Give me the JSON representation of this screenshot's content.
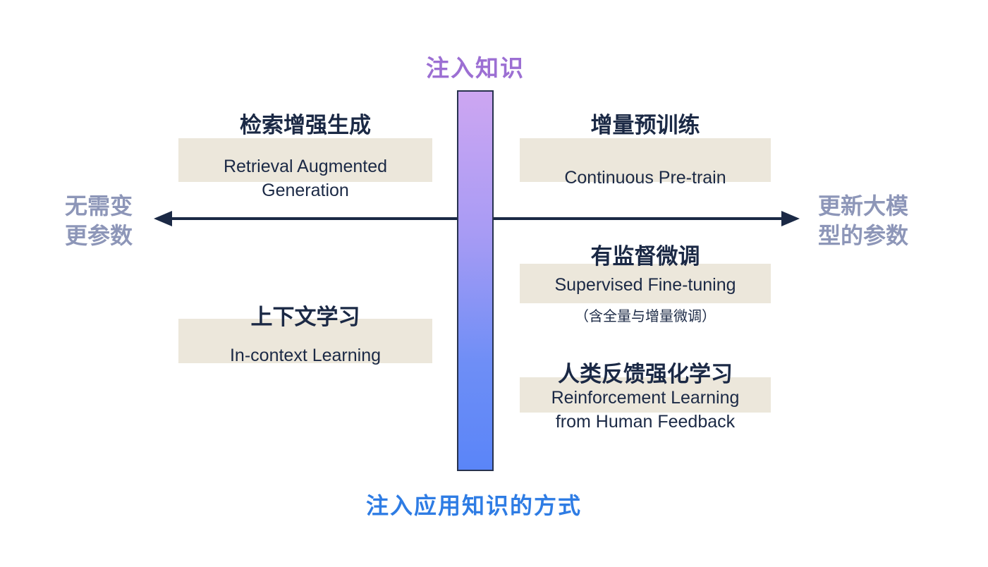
{
  "diagram": {
    "top_axis_title": "注入知识",
    "bottom_axis_title": "注入应用知识的方式",
    "left_axis_label": {
      "line1": "无需变",
      "line2": "更参数"
    },
    "right_axis_label": {
      "line1": "更新大模",
      "line2": "型的参数"
    }
  },
  "methods": {
    "rag": {
      "zh": "检索增强生成",
      "en_line1": "Retrieval Augmented",
      "en_line2": "Generation"
    },
    "continuous_pretrain": {
      "zh": "增量预训练",
      "en_line1": "Continuous Pre-train"
    },
    "sft": {
      "zh": "有监督微调",
      "en_line1": "Supervised Fine-tuning",
      "note": "（含全量与增量微调）"
    },
    "icl": {
      "zh": "上下文学习",
      "en_line1": "In-context Learning"
    },
    "rlhf": {
      "zh": "人类反馈强化学习",
      "en_line1": "Reinforcement Learning",
      "en_line2": "from Human Feedback"
    }
  },
  "colors": {
    "dark_navy": "#1b2945",
    "beige_box": "#ece7db",
    "purple_title": "#9c6fd3",
    "blue_title": "#2e7ce4",
    "axis_label_gray": "#8d96b8",
    "bar_gradient_top": "#cda6f2",
    "bar_gradient_bottom": "#5a85f8"
  }
}
